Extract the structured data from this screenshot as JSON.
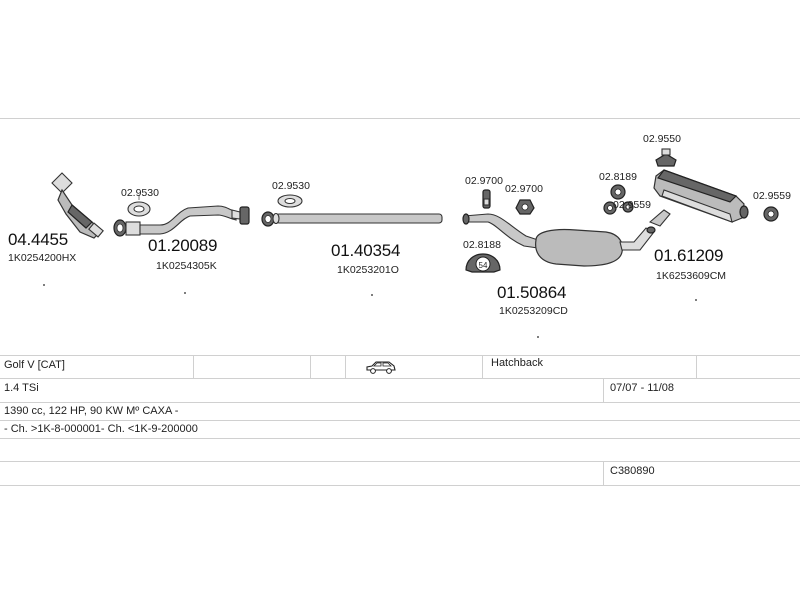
{
  "parts": {
    "catalytic_converter": {
      "code": "04.4455",
      "oem": "1K0254200HX"
    },
    "front_pipe": {
      "code": "01.20089",
      "oem": "1K0254305K"
    },
    "front_gasket": {
      "code": "02.9530"
    },
    "mid_gasket": {
      "code": "02.9530"
    },
    "center_pipe": {
      "code": "01.40354",
      "oem": "1K0253201O"
    },
    "hanger_a": {
      "code": "02.9700"
    },
    "hanger_b": {
      "code": "02.9700"
    },
    "mount_54": {
      "code": "02.8188",
      "mark": "54"
    },
    "middle_silencer": {
      "code": "01.50864",
      "oem": "1K0253209CD"
    },
    "clamp_a": {
      "code": "02.8189"
    },
    "clamp_b": {
      "code": "02.9559"
    },
    "top_hanger": {
      "code": "02.9550"
    },
    "rear_silencer": {
      "code": "01.61209",
      "oem": "1K6253609CM"
    },
    "rear_ring": {
      "code": "02.9559"
    }
  },
  "vehicle": {
    "model": "Golf V  [CAT]",
    "body_type": "Hatchback",
    "engine": "1.4 TSi",
    "production_dates": "07/07 - 11/08",
    "specs": "1390 cc, 122 HP, 90 KW Mº CAXA -",
    "chassis": "- Ch. >1K-8-000001- Ch. <1K-9-200000",
    "system_code": "C380890"
  },
  "icons": {
    "body_type_icon": "hatchback-car-icon"
  }
}
